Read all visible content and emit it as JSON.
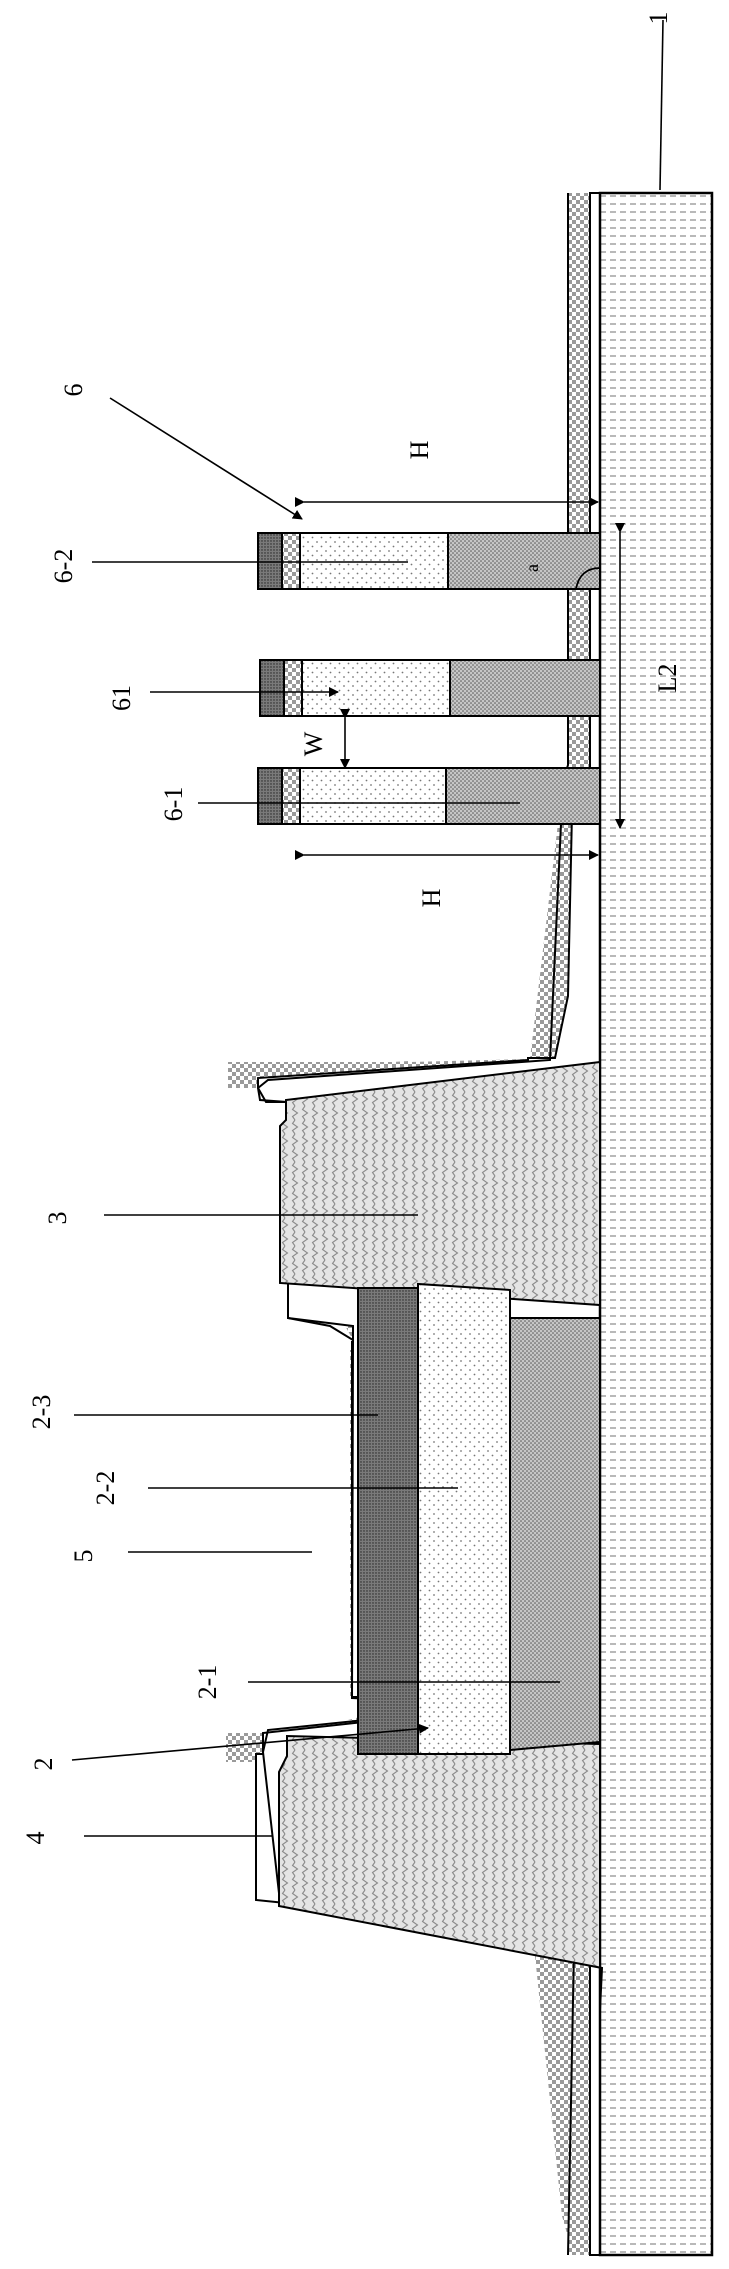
{
  "labels": {
    "l1": "1",
    "l6": "6",
    "l6_2": "6-2",
    "l61": "61",
    "l6_1": "6-1",
    "l3": "3",
    "l2_3": "2-3",
    "l2_2": "2-2",
    "l5": "5",
    "l2_1": "2-1",
    "l2": "2",
    "l4": "4"
  },
  "dimensions": {
    "h_top": "H",
    "h_bottom": "H",
    "w": "W",
    "l2": "L2",
    "angle": "a"
  }
}
